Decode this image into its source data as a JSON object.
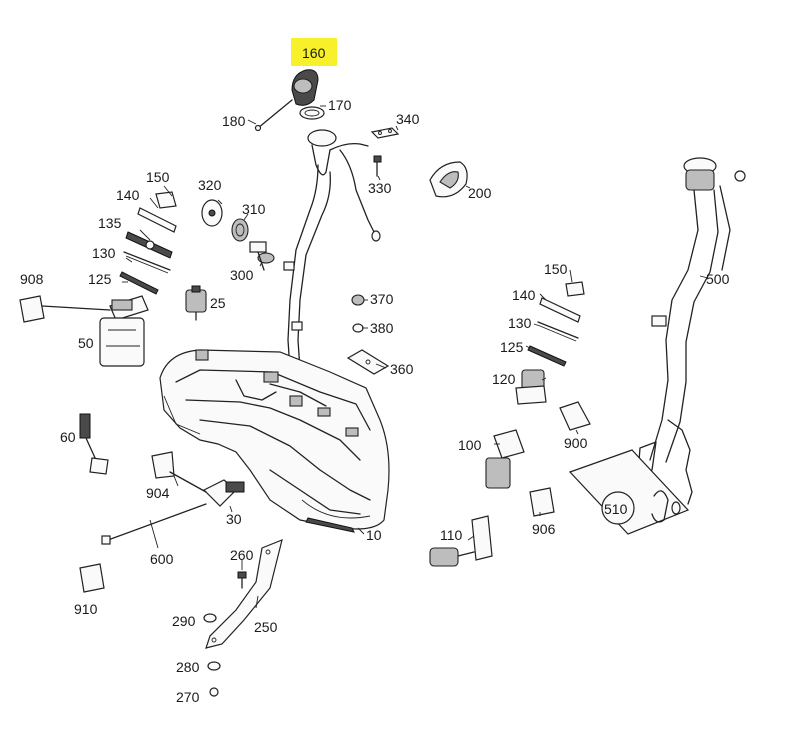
{
  "diagram": {
    "highlight_color": "#f7f02a",
    "highlighted_part": "160",
    "labels": {
      "l10": "10",
      "l25": "25",
      "l30": "30",
      "l50": "50",
      "l60": "60",
      "l100": "100",
      "l110": "110",
      "l120": "120",
      "l125a": "125",
      "l125b": "125",
      "l130a": "130",
      "l130b": "130",
      "l135": "135",
      "l140a": "140",
      "l140b": "140",
      "l150a": "150",
      "l150b": "150",
      "l160": "160",
      "l170": "170",
      "l180": "180",
      "l200": "200",
      "l250": "250",
      "l260": "260",
      "l270": "270",
      "l280": "280",
      "l290": "290",
      "l300": "300",
      "l310": "310",
      "l320": "320",
      "l330": "330",
      "l340": "340",
      "l360": "360",
      "l370": "370",
      "l380": "380",
      "l500": "500",
      "l510": "510",
      "l600": "600",
      "l900": "900",
      "l904": "904",
      "l906": "906",
      "l908": "908",
      "l910": "910"
    }
  }
}
